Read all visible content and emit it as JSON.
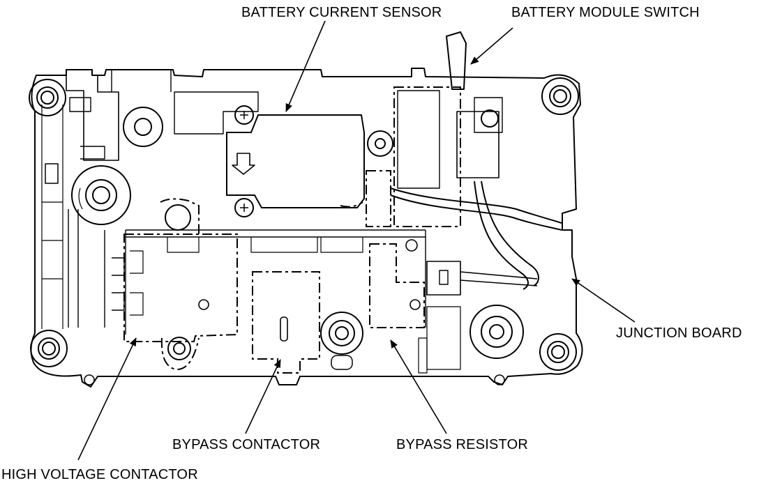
{
  "callouts": {
    "battery_current_sensor": "BATTERY CURRENT SENSOR",
    "battery_module_switch": "BATTERY MODULE SWITCH",
    "junction_board": "JUNCTION BOARD",
    "bypass_contactor": "BYPASS CONTACTOR",
    "bypass_resistor": "BYPASS RESISTOR",
    "high_voltage_contactor": "HIGH VOLTAGE CONTACTOR"
  },
  "colors": {
    "line": "#000000",
    "background": "#ffffff"
  }
}
